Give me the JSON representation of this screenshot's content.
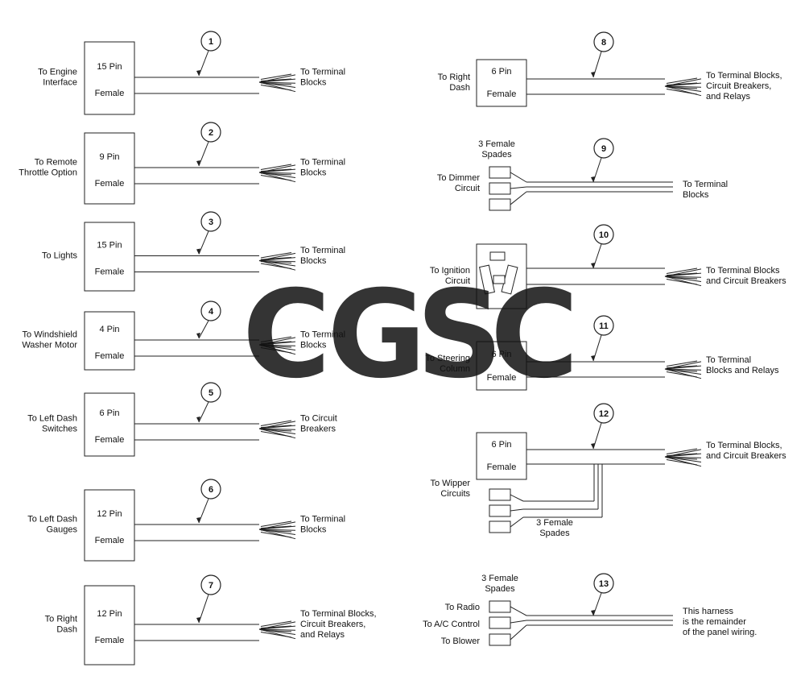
{
  "harnesses": [
    {
      "num": "1",
      "side": "left",
      "left_label": [
        "To Engine",
        "Interface"
      ],
      "connector": [
        "15 Pin",
        "Female"
      ],
      "right_label": [
        "To Terminal",
        "Blocks"
      ]
    },
    {
      "num": "2",
      "side": "left",
      "left_label": [
        "To Remote",
        "Throttle Option"
      ],
      "connector": [
        "9 Pin",
        "Female"
      ],
      "right_label": [
        "To Terminal",
        "Blocks"
      ]
    },
    {
      "num": "3",
      "side": "left",
      "left_label": [
        "To Lights"
      ],
      "connector": [
        "15 Pin",
        "Female"
      ],
      "right_label": [
        "To Terminal",
        "Blocks"
      ]
    },
    {
      "num": "4",
      "side": "left",
      "left_label": [
        "To Windshield",
        "Washer Motor"
      ],
      "connector": [
        "4 Pin",
        "Female"
      ],
      "right_label": [
        "To Terminal",
        "Blocks"
      ]
    },
    {
      "num": "5",
      "side": "left",
      "left_label": [
        "To Left Dash",
        "Switches"
      ],
      "connector": [
        "6 Pin",
        "Female"
      ],
      "right_label": [
        "To Circuit",
        "Breakers"
      ]
    },
    {
      "num": "6",
      "side": "left",
      "left_label": [
        "To Left Dash",
        "Gauges"
      ],
      "connector": [
        "12 Pin",
        "Female"
      ],
      "right_label": [
        "To Terminal",
        "Blocks"
      ]
    },
    {
      "num": "7",
      "side": "left",
      "left_label": [
        "To Right",
        "Dash"
      ],
      "connector": [
        "12 Pin",
        "Female"
      ],
      "right_label": [
        "To Terminal Blocks,",
        "Circuit Breakers,",
        "and Relays"
      ]
    },
    {
      "num": "8",
      "side": "right",
      "left_label": [
        "To Right",
        "Dash"
      ],
      "connector": [
        "6 Pin",
        "Female"
      ],
      "right_label": [
        "To Terminal Blocks,",
        "Circuit Breakers,",
        "and Relays"
      ]
    },
    {
      "num": "9",
      "side": "right",
      "left_label": [
        "To Dimmer",
        "Circuit"
      ],
      "spade_label": [
        "3 Female",
        "Spades"
      ],
      "right_label": [
        "To Terminal",
        "Blocks"
      ]
    },
    {
      "num": "10",
      "side": "right",
      "left_label": [
        "To Ignition",
        "Circuit"
      ],
      "right_label": [
        "To Terminal Blocks",
        "and Circuit Breakers"
      ]
    },
    {
      "num": "11",
      "side": "right",
      "left_label": [
        "To Steering",
        "Column"
      ],
      "connector": [
        "6 Pin",
        "Female"
      ],
      "right_label": [
        "To Terminal",
        "Blocks and Relays"
      ]
    },
    {
      "num": "12",
      "side": "right",
      "left_label": [
        "To Wipper",
        "Circuits"
      ],
      "connector": [
        "6 Pin",
        "Female"
      ],
      "spade_label": [
        "3 Female",
        "Spades"
      ],
      "right_label": [
        "To Terminal Blocks,",
        "and Circuit Breakers"
      ]
    },
    {
      "num": "13",
      "side": "right",
      "spade_label": [
        "3 Female",
        "Spades"
      ],
      "spade_targets": [
        "To Radio",
        "To A/C Control",
        "To Blower"
      ],
      "right_label": [
        "This harness",
        "is the remainder",
        "of the panel wiring."
      ]
    }
  ],
  "watermark": {
    "letters": [
      "C",
      "G",
      "S",
      "C"
    ],
    "colors": [
      "#4f8ff7",
      "#f07f78",
      "#f8d35b",
      "#4aa876"
    ]
  }
}
